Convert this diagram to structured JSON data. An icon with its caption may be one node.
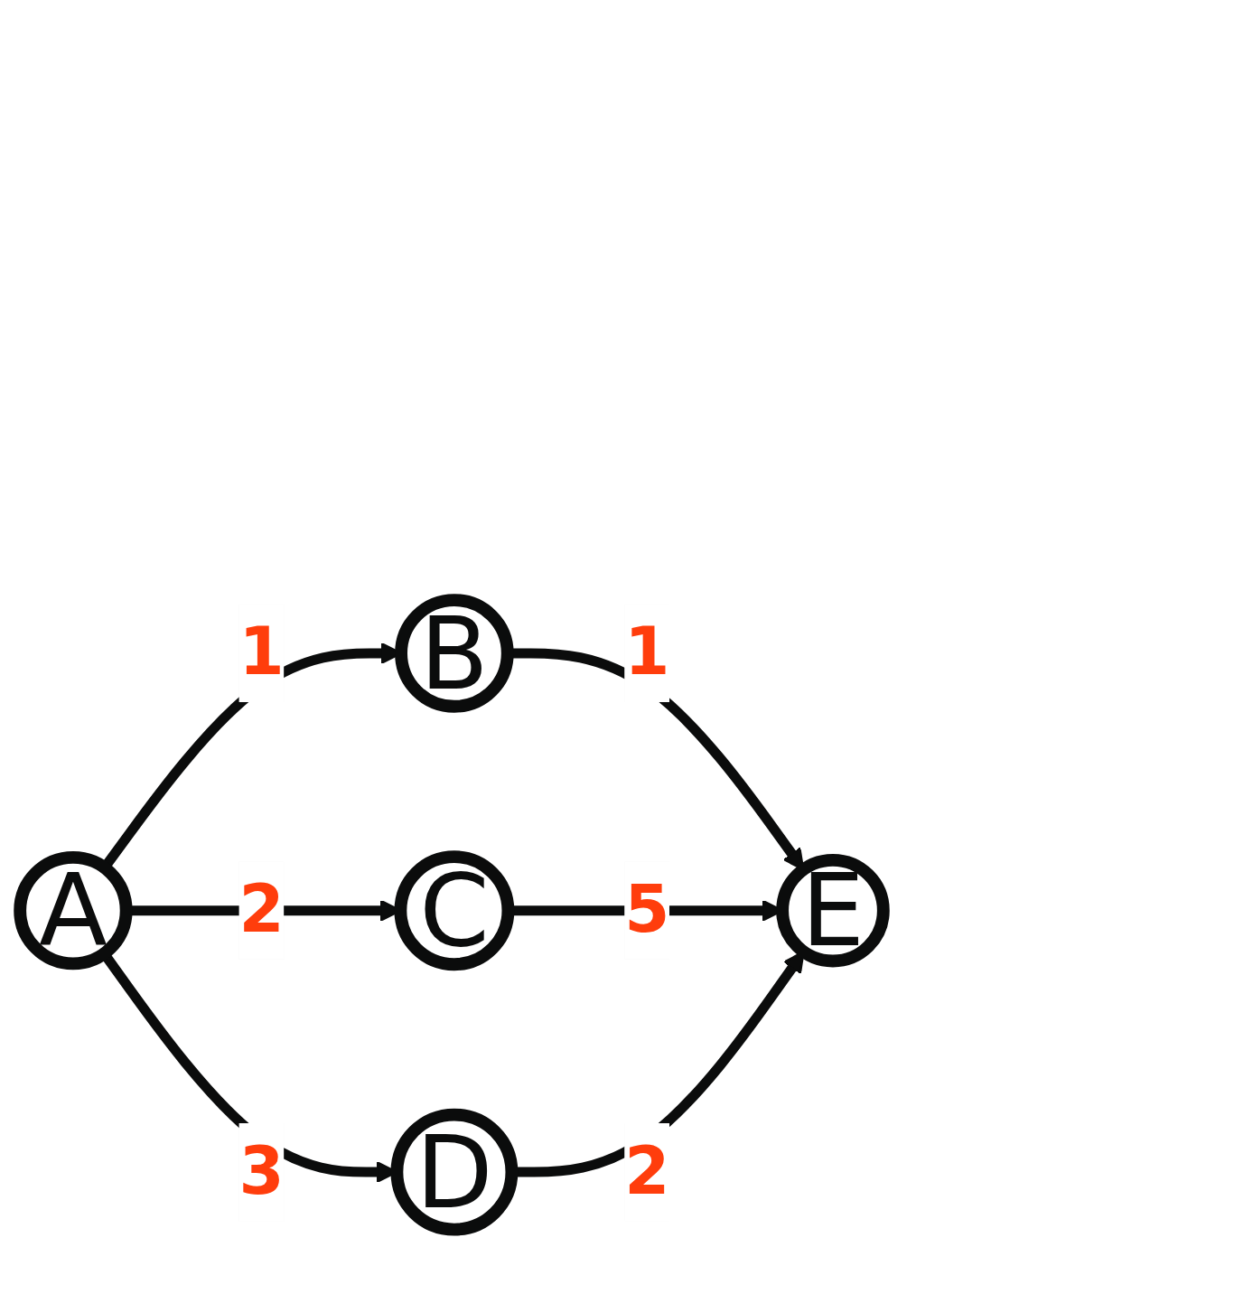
{
  "diagram": {
    "nodes": [
      {
        "text": [
          "A"
        ]
      },
      {
        "text": [
          "B"
        ]
      },
      {
        "text": [
          "C"
        ]
      },
      {
        "text": [
          "D"
        ]
      },
      {
        "text": [
          "E"
        ]
      }
    ],
    "edges": [
      {
        "from": 0,
        "to": 1,
        "arrow": "to",
        "label": "1"
      },
      {
        "from": 0,
        "to": 2,
        "arrow": "to",
        "label": "2"
      },
      {
        "from": 0,
        "to": 3,
        "arrow": "to",
        "label": "3"
      },
      {
        "from": 1,
        "to": 4,
        "arrow": "to",
        "label": "1"
      },
      {
        "from": 2,
        "to": 4,
        "arrow": "to",
        "label": "5"
      },
      {
        "from": 3,
        "to": 4,
        "arrow": "to",
        "label": "2"
      }
    ]
  }
}
